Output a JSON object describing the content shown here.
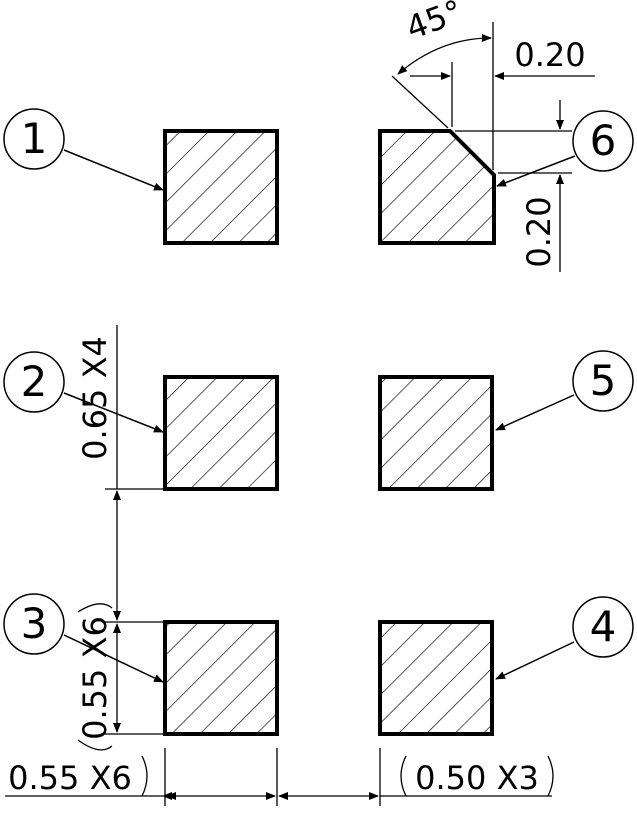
{
  "pads": [
    {
      "id": "pad-1",
      "label": "1",
      "chamfered": false
    },
    {
      "id": "pad-2",
      "label": "2",
      "chamfered": false
    },
    {
      "id": "pad-3",
      "label": "3",
      "chamfered": false
    },
    {
      "id": "pad-4",
      "label": "4",
      "chamfered": false
    },
    {
      "id": "pad-5",
      "label": "5",
      "chamfered": false
    },
    {
      "id": "pad-6",
      "label": "6",
      "chamfered": true
    }
  ],
  "dimensions": {
    "chamfer_angle": "45°",
    "chamfer_horizontal": "0.20",
    "chamfer_vertical": "0.20",
    "row_pitch": "0.65 X4",
    "pad_height": "0.55 X6",
    "pad_width": "0.55 X6",
    "column_gap": "0.50 X3"
  }
}
